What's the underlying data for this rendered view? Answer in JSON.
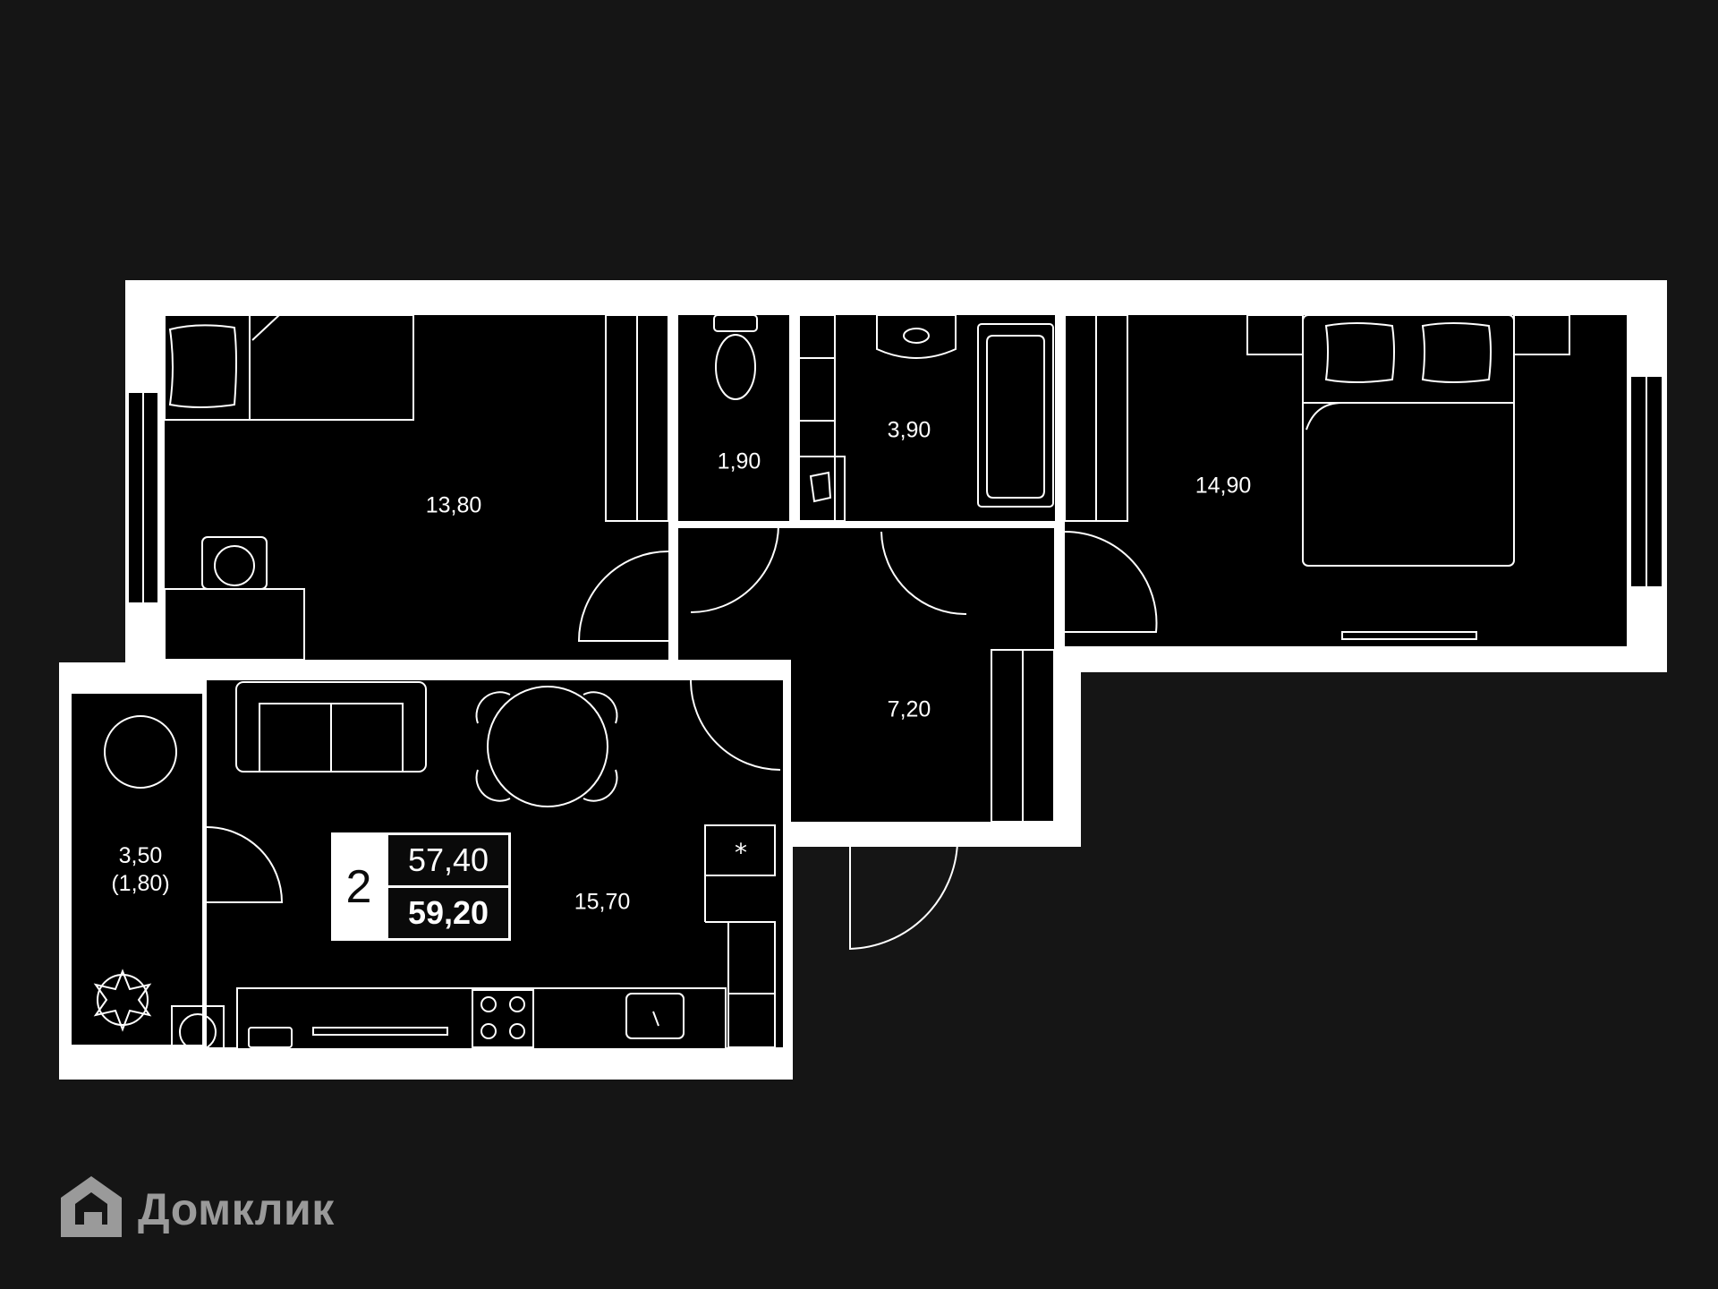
{
  "plan": {
    "rooms": [
      {
        "id": "bedroom-left",
        "area": "13,80"
      },
      {
        "id": "wc",
        "area": "1,90"
      },
      {
        "id": "bathroom",
        "area": "3,90"
      },
      {
        "id": "bedroom-right",
        "area": "14,90"
      },
      {
        "id": "hallway",
        "area": "7,20"
      },
      {
        "id": "kitchen-living",
        "area": "15,70"
      },
      {
        "id": "balcony",
        "area": "3,50",
        "area_note": "(1,80)"
      }
    ],
    "summary": {
      "rooms_count": "2",
      "living_area": "57,40",
      "total_area": "59,20"
    }
  },
  "brand": {
    "name": "Домклик",
    "icon": "house-logo-icon"
  },
  "colors": {
    "background": "#151515",
    "walls": "#ffffff",
    "rooms": "#000000",
    "lines": "#ffffff",
    "logo": "#9a9a9a"
  }
}
